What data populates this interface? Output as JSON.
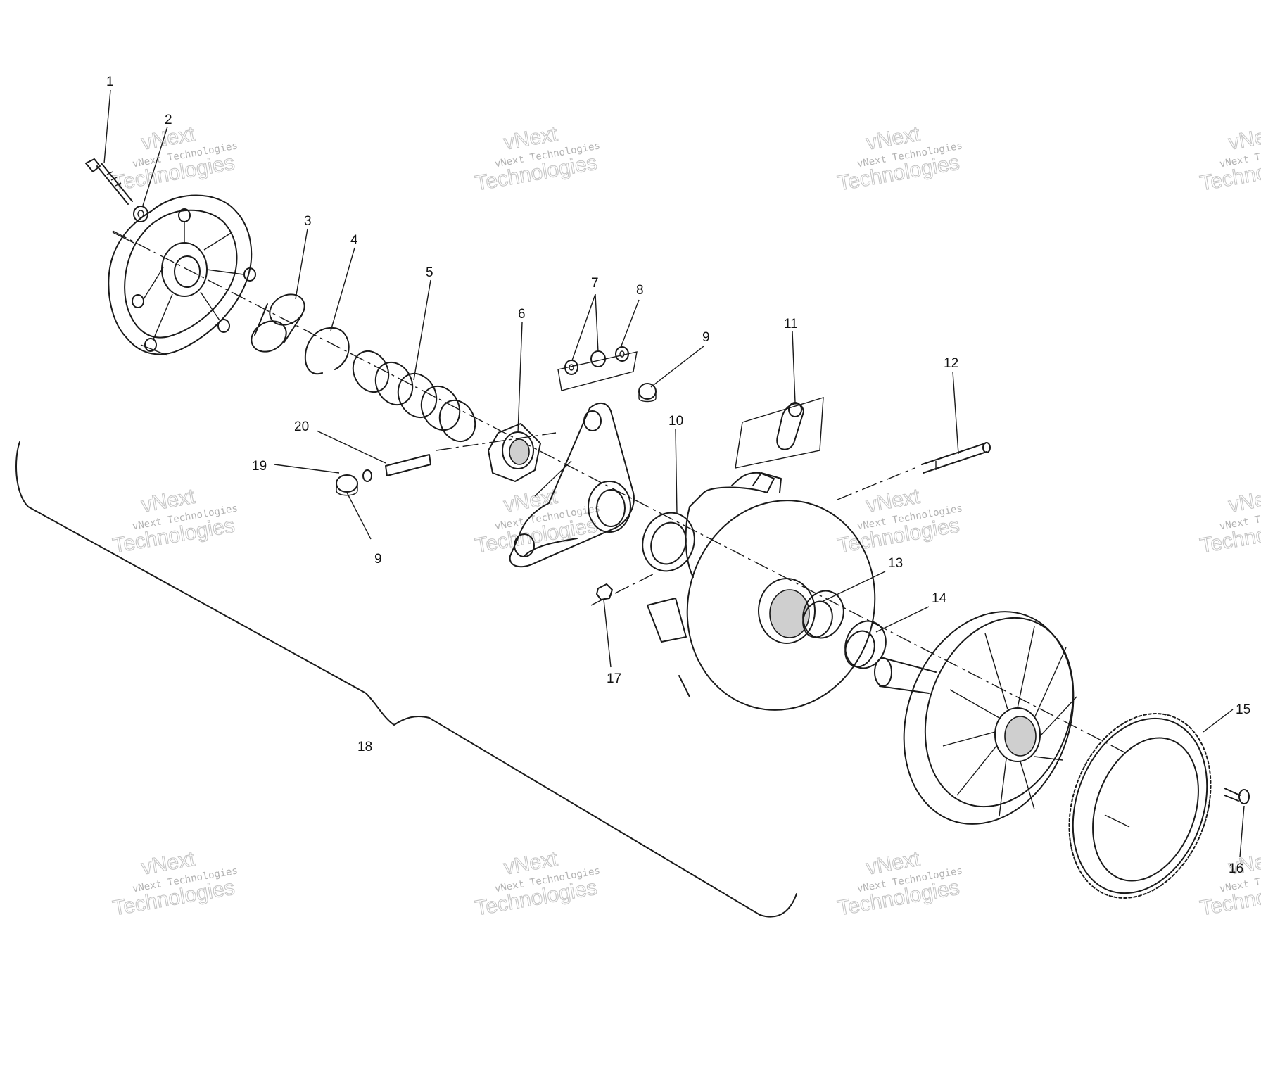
{
  "callouts": [
    {
      "id": "1",
      "text": "1"
    },
    {
      "id": "2",
      "text": "2"
    },
    {
      "id": "3",
      "text": "3"
    },
    {
      "id": "4",
      "text": "4"
    },
    {
      "id": "5",
      "text": "5"
    },
    {
      "id": "6",
      "text": "6"
    },
    {
      "id": "7",
      "text": "7"
    },
    {
      "id": "8",
      "text": "8"
    },
    {
      "id": "9a",
      "text": "9"
    },
    {
      "id": "9b",
      "text": "9"
    },
    {
      "id": "10",
      "text": "10"
    },
    {
      "id": "11",
      "text": "11"
    },
    {
      "id": "12",
      "text": "12"
    },
    {
      "id": "13",
      "text": "13"
    },
    {
      "id": "14",
      "text": "14"
    },
    {
      "id": "15",
      "text": "15"
    },
    {
      "id": "16",
      "text": "16"
    },
    {
      "id": "17",
      "text": "17"
    },
    {
      "id": "18",
      "text": "18"
    },
    {
      "id": "19",
      "text": "19"
    },
    {
      "id": "20",
      "text": "20"
    }
  ],
  "watermark": {
    "small": "vNext Technologies",
    "top": "vNext",
    "bottom": "Technologies"
  }
}
